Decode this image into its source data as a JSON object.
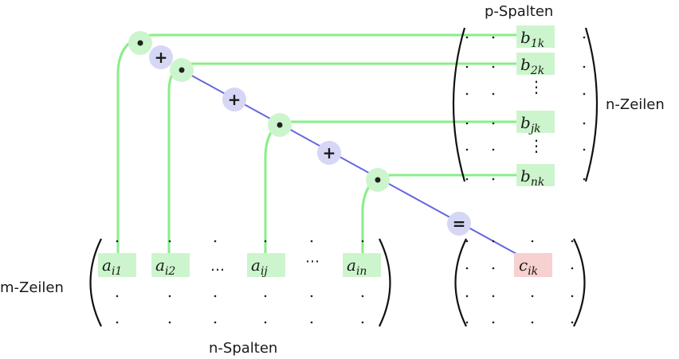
{
  "labels": {
    "p_spalten": "p-Spalten",
    "n_zeilen": "n-Zeilen",
    "m_zeilen": "m-Zeilen",
    "n_spalten": "n-Spalten"
  },
  "matrix_a": {
    "entries": [
      {
        "base": "a",
        "sub": "i1"
      },
      {
        "base": "a",
        "sub": "i2"
      },
      {
        "base": "…",
        "sub": ""
      },
      {
        "base": "a",
        "sub": "ij"
      },
      {
        "base": "⋯",
        "sub": ""
      },
      {
        "base": "a",
        "sub": "in"
      }
    ]
  },
  "matrix_b": {
    "entries": [
      {
        "base": "b",
        "sub": "1k"
      },
      {
        "base": "b",
        "sub": "2k"
      },
      {
        "base": "⋮",
        "sub": ""
      },
      {
        "base": "b",
        "sub": "jk"
      },
      {
        "base": "⋮",
        "sub": ""
      },
      {
        "base": "b",
        "sub": "nk"
      }
    ]
  },
  "matrix_c": {
    "entry": {
      "base": "c",
      "sub": "ik"
    }
  },
  "operators": {
    "multiply": "•",
    "plus": "+",
    "equals": "="
  },
  "colors": {
    "green_line": "#88ee88",
    "green_fill": "#cdf5cd",
    "blue_line": "#6666dd",
    "blue_fill": "#d6d6f5",
    "pink_fill": "#f7d0d0"
  }
}
